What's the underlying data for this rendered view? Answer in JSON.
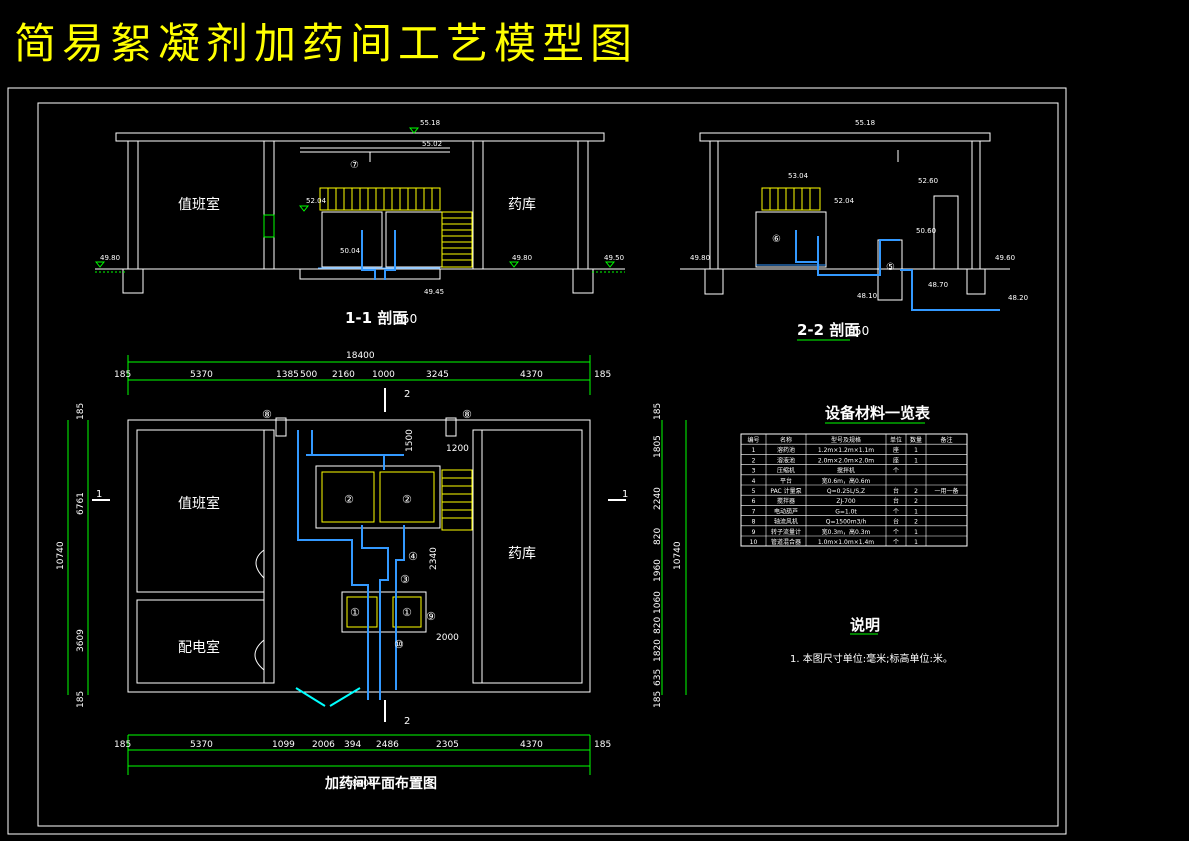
{
  "title": "简易絮凝剂加药间工艺模型图",
  "colors": {
    "background": "#000000",
    "title": "#ffff00",
    "walls": "#ffffff",
    "dimensions": "#00ff00",
    "pipes": "#3399ff",
    "tanks": "#ffff00",
    "labels": "#ffffff",
    "cyan_labels": "#00ffff"
  },
  "section_1_1": {
    "caption": "1-1 剖面",
    "scale": ":50",
    "room_left": "值班室",
    "room_right": "药库",
    "elev_roof": "55.18",
    "elev_top": "55.02",
    "elev_platform": "52.04",
    "elev_tank": "50.04",
    "elev_floor_left": "49.80",
    "elev_floor_mid": "49.80",
    "elev_floor_right": "49.50",
    "elev_pit": "49.45",
    "label_7": "⑦"
  },
  "section_2_2": {
    "caption": "2-2 剖面",
    "scale": ":50",
    "elev_roof": "55.18",
    "elev_tank_top": "53.04",
    "elev_platform": "52.04",
    "elev_right_top": "52.60",
    "elev_right_mid": "50.60",
    "elev_floor_left": "49.80",
    "elev_floor_right": "49.60",
    "elev_pit": "48.70",
    "elev_pit2": "48.10",
    "elev_out": "48.20",
    "label_6": "⑥",
    "label_5": "⑤"
  },
  "plan": {
    "caption": "加药间平面布置图",
    "room_duty": "值班室",
    "room_power": "配电室",
    "room_store": "药库",
    "top_total": "18400",
    "top_dims": [
      "185",
      "5370",
      "1385",
      "500",
      "2160",
      "1000",
      "3245",
      "4370",
      "185"
    ],
    "bottom_total": "18400",
    "bottom_dims": [
      "185",
      "5370",
      "1099",
      "2006",
      "394",
      "2486",
      "2305",
      "4370",
      "185"
    ],
    "left_total": "10740",
    "left_dims": [
      "185",
      "6761",
      "3609",
      "185"
    ],
    "right_total": "10740",
    "right_dims": [
      "185",
      "1805",
      "2240",
      "820",
      "1960",
      "1060",
      "820",
      "1820",
      "635",
      "185"
    ],
    "inner_dims": [
      "1500",
      "1200",
      "2340",
      "2000"
    ],
    "section_marks": [
      "1",
      "1",
      "2",
      "2"
    ],
    "markers": [
      "②",
      "②",
      "①",
      "①",
      "③",
      "④",
      "⑧",
      "⑧",
      "⑨",
      "⑩"
    ]
  },
  "equipment_table": {
    "title": "设备材料一览表",
    "headers": [
      "编号",
      "名称",
      "型号及规格",
      "单位",
      "数量",
      "备注"
    ],
    "rows": [
      [
        "1",
        "溶药池",
        "1.2m×1.2m×1.1m",
        "座",
        "1",
        ""
      ],
      [
        "2",
        "溶液池",
        "2.0m×2.0m×2.0m",
        "座",
        "1",
        ""
      ],
      [
        "3",
        "压缩机",
        "搅拌机",
        "个",
        "",
        ""
      ],
      [
        "4",
        "平台",
        "宽0.6m，高0.6m",
        "",
        "",
        ""
      ],
      [
        "5",
        "PAC 计量泵",
        "Q=0.25L/S,Z",
        "台",
        "2",
        "一用一备"
      ],
      [
        "6",
        "搅拌器",
        "ZJ-700",
        "台",
        "2",
        ""
      ],
      [
        "7",
        "电动葫芦",
        "G=1.0t",
        "个",
        "1",
        ""
      ],
      [
        "8",
        "轴流风机",
        "Q=1500m3/h",
        "台",
        "2",
        ""
      ],
      [
        "9",
        "转子流量计",
        "宽0.3m，高0.3m",
        "个",
        "1",
        ""
      ],
      [
        "10",
        "管道混合器",
        "1.0m×1.0m×1.4m",
        "个",
        "1",
        ""
      ]
    ]
  },
  "notes": {
    "title": "说明",
    "items": [
      "1. 本图尺寸单位:毫米;标高单位:米。"
    ]
  }
}
